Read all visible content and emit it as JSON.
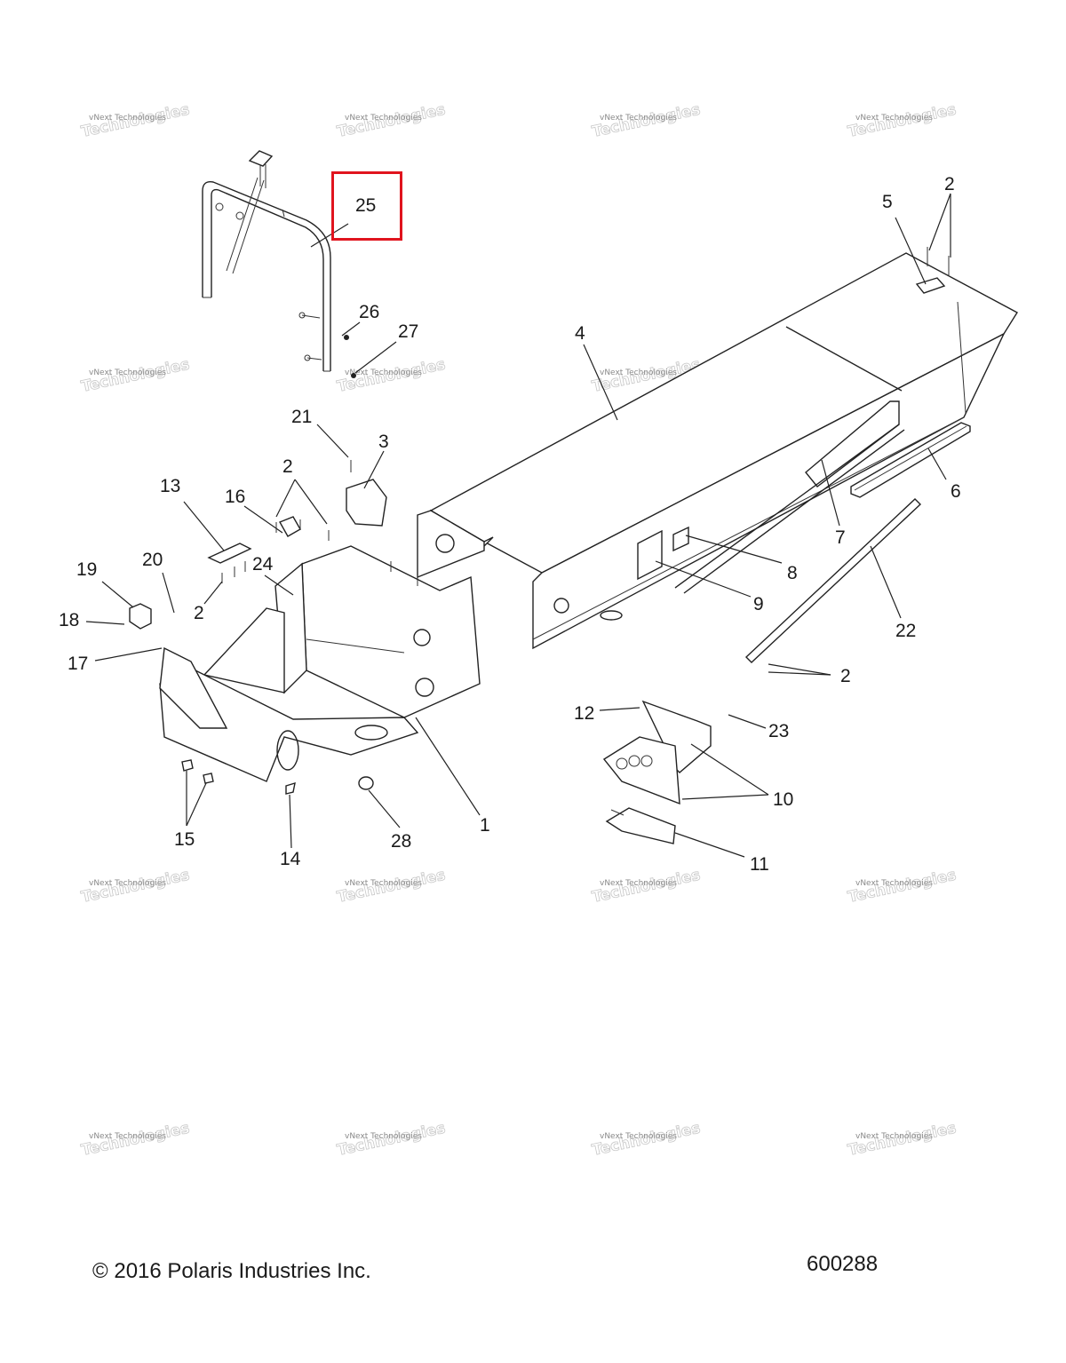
{
  "diagram": {
    "copyright": "© 2016 Polaris Industries Inc.",
    "diagram_number": "600288",
    "highlighted_part": "25",
    "highlight_color": "#e0141e",
    "watermark": {
      "line1": "vNext Technologies",
      "line2": "Technologies"
    },
    "labels": {
      "p1": "1",
      "p2a": "2",
      "p2b": "2",
      "p2c": "2",
      "p2d": "2",
      "p3": "3",
      "p4": "4",
      "p5": "5",
      "p6": "6",
      "p7": "7",
      "p8": "8",
      "p9": "9",
      "p10": "10",
      "p11": "11",
      "p12": "12",
      "p13": "13",
      "p14": "14",
      "p15": "15",
      "p16": "16",
      "p17": "17",
      "p18": "18",
      "p19": "19",
      "p20": "20",
      "p21": "21",
      "p22": "22",
      "p23": "23",
      "p24": "24",
      "p25": "25",
      "p26": "26",
      "p27": "27",
      "p28": "28"
    }
  }
}
